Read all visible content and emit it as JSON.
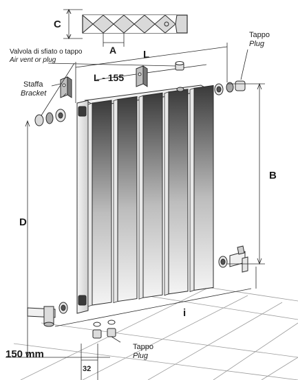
{
  "dims": {
    "c": "C",
    "a": "A",
    "l": "L",
    "l155": "L - 155",
    "b": "B",
    "d": "D",
    "i": "i",
    "h150": "150 mm",
    "w32": "32"
  },
  "labels": {
    "vent_it": "Valvola di sfiato o tappo",
    "vent_en": "Air vent or plug",
    "bracket_it": "Staffa",
    "bracket_en": "Bracket",
    "plug_top_it": "Tappo",
    "plug_top_en": "Plug",
    "plug_bottom_it": "Tappo",
    "plug_bottom_en": "Plug"
  },
  "colors": {
    "line": "#2a2a2a",
    "panel_dark": "#3a3a3a",
    "panel_light": "#f2f2f2",
    "floor": "#9a9a9a"
  },
  "radiator": {
    "elements": 5
  }
}
